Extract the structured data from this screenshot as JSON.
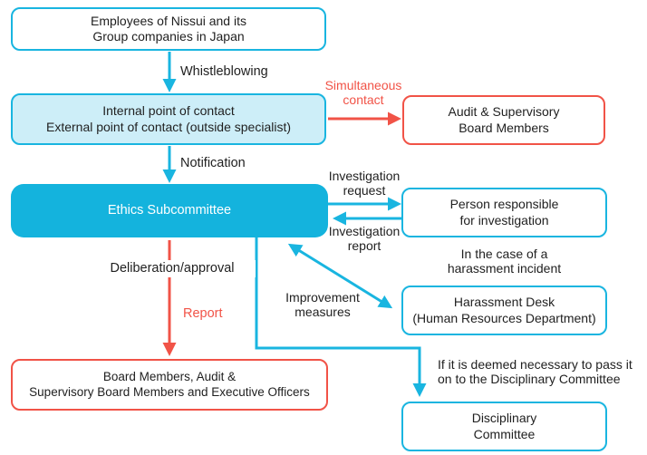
{
  "colors": {
    "accent_cyan": "#19b5e0",
    "ethics_fill": "#14b3dd",
    "light_blue_fill": "#cdeef8",
    "accent_red": "#f15347",
    "text_dark": "#1f1f1f",
    "box_bg": "#ffffff"
  },
  "nodes": {
    "employees": {
      "lines": [
        "Employees of Nissui and its",
        "Group companies in Japan"
      ]
    },
    "contact": {
      "lines": [
        "Internal point of contact",
        "External point of contact (outside specialist)"
      ]
    },
    "audit": {
      "lines": [
        "Audit & Supervisory",
        "Board Members"
      ]
    },
    "ethics": {
      "label": "Ethics Subcommittee"
    },
    "investigator": {
      "lines": [
        "Person responsible",
        "for investigation"
      ]
    },
    "harassment": {
      "lines": [
        "Harassment Desk",
        "(Human Resources Department)"
      ]
    },
    "board": {
      "lines": [
        "Board Members, Audit &",
        "Supervisory Board Members and Executive Officers"
      ]
    },
    "disciplinary": {
      "lines": [
        "Disciplinary",
        "Committee"
      ]
    }
  },
  "labels": {
    "whistleblowing": "Whistleblowing",
    "simultaneous_contact": {
      "lines": [
        "Simultaneous",
        "contact"
      ]
    },
    "notification": "Notification",
    "investigation_request": {
      "lines": [
        "Investigation",
        "request"
      ]
    },
    "investigation_report": {
      "lines": [
        "Investigation",
        "report"
      ]
    },
    "harassment_case": {
      "lines": [
        "In the case of a",
        "harassment incident"
      ]
    },
    "improvement_measures": {
      "lines": [
        "Improvement",
        "measures"
      ]
    },
    "deliberation": "Deliberation/approval",
    "report": "Report",
    "disciplinary_condition": {
      "lines": [
        "If it is deemed necessary to pass it",
        "on to the Disciplinary Committee"
      ]
    }
  }
}
